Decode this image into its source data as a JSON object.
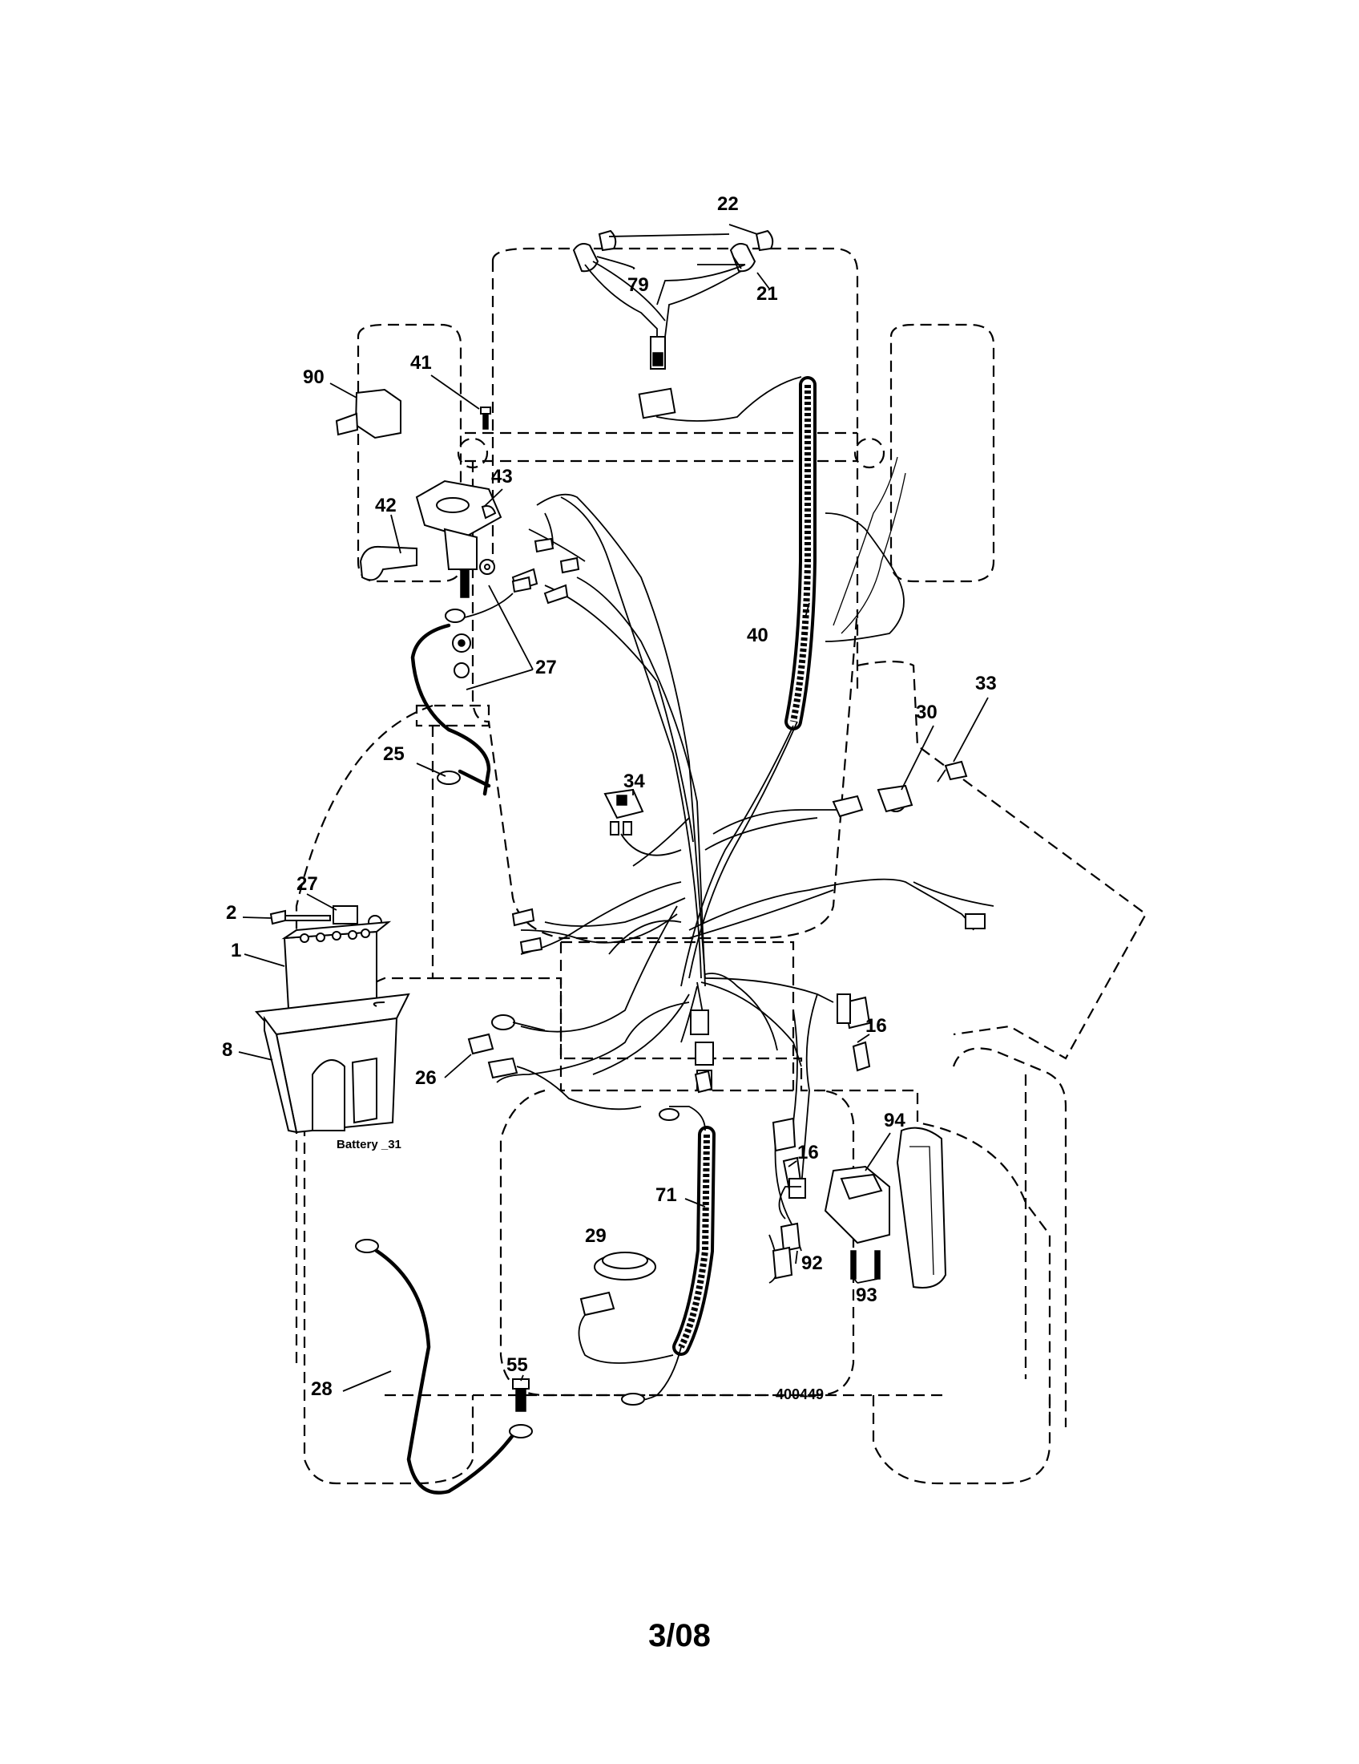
{
  "diagram": {
    "callouts": [
      {
        "id": "c22",
        "label": "22"
      },
      {
        "id": "c79",
        "label": "79"
      },
      {
        "id": "c21",
        "label": "21"
      },
      {
        "id": "c90",
        "label": "90"
      },
      {
        "id": "c41",
        "label": "41"
      },
      {
        "id": "c42",
        "label": "42"
      },
      {
        "id": "c43",
        "label": "43"
      },
      {
        "id": "c40",
        "label": "40"
      },
      {
        "id": "c27a",
        "label": "27"
      },
      {
        "id": "c25",
        "label": "25"
      },
      {
        "id": "c33",
        "label": "33"
      },
      {
        "id": "c30",
        "label": "30"
      },
      {
        "id": "c34",
        "label": "34"
      },
      {
        "id": "c2",
        "label": "2"
      },
      {
        "id": "c27b",
        "label": "27"
      },
      {
        "id": "c1",
        "label": "1"
      },
      {
        "id": "c8",
        "label": "8"
      },
      {
        "id": "c16a",
        "label": "16"
      },
      {
        "id": "c26",
        "label": "26"
      },
      {
        "id": "c16b",
        "label": "16"
      },
      {
        "id": "c94",
        "label": "94"
      },
      {
        "id": "c71",
        "label": "71"
      },
      {
        "id": "c29",
        "label": "29"
      },
      {
        "id": "c92",
        "label": "92"
      },
      {
        "id": "c93",
        "label": "93"
      },
      {
        "id": "c55",
        "label": "55"
      },
      {
        "id": "c28",
        "label": "28"
      }
    ],
    "battery_label": "Battery _31",
    "drawing_number": "400449"
  },
  "footer": {
    "date_code": "3/08"
  }
}
